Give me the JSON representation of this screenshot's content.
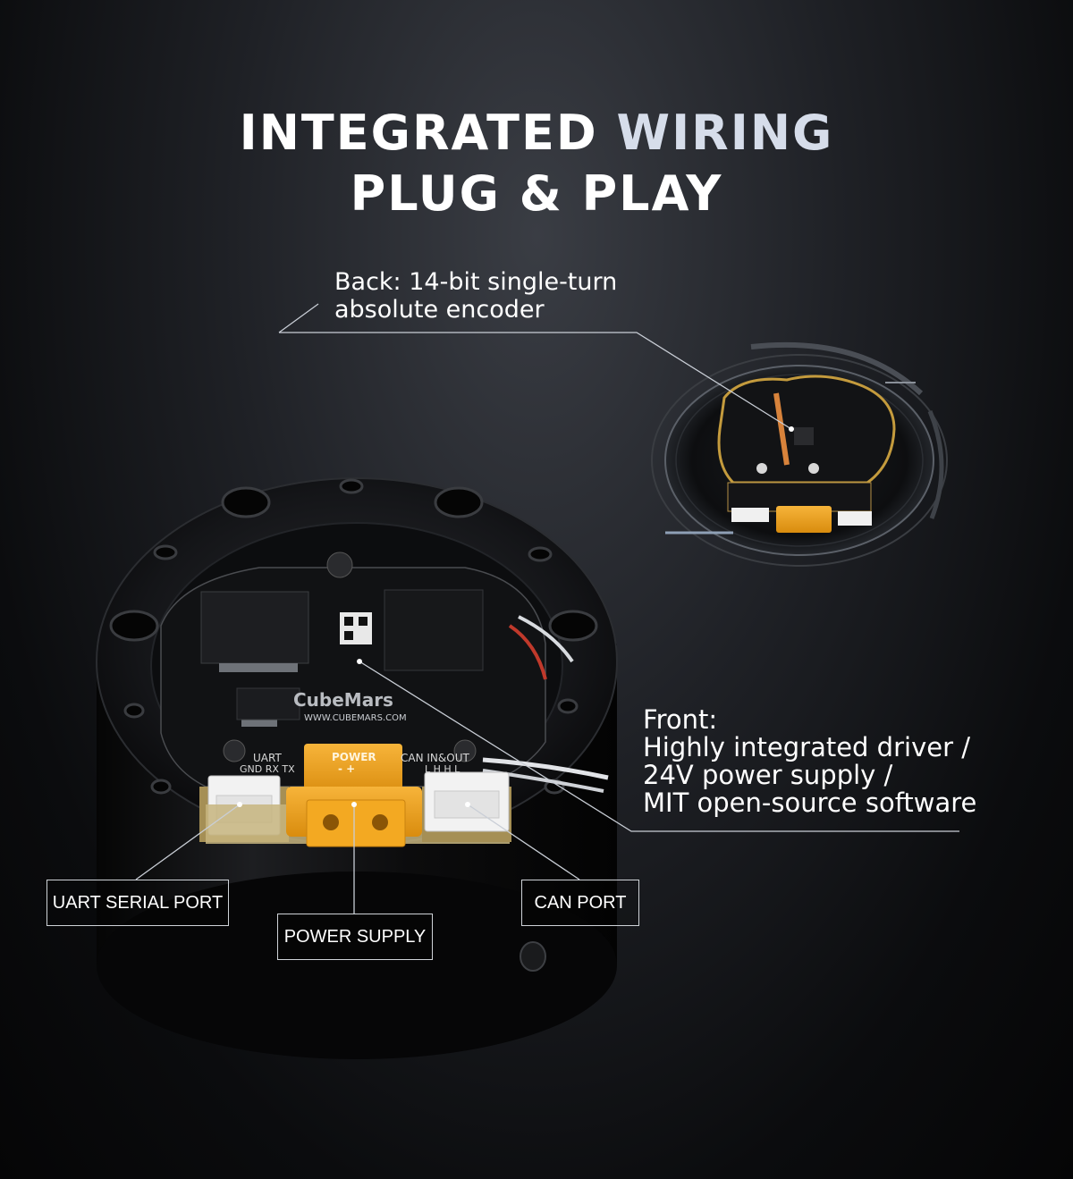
{
  "headline": {
    "line1_word1": "INTEGRATED",
    "line1_word2": "WIRING",
    "line2": "PLUG & PLAY"
  },
  "callouts": {
    "back": {
      "line1": "Back: 14-bit single-turn",
      "line2": "absolute encoder"
    },
    "front": {
      "line1": "Front:",
      "line2": "Highly integrated driver /",
      "line3": "24V power supply /",
      "line4": "MIT open-source software"
    }
  },
  "port_labels": {
    "uart": "UART SERIAL PORT",
    "power": "POWER SUPPLY",
    "can": "CAN PORT"
  },
  "board_silkscreen": {
    "brand": "CubeMars",
    "website": "WWW.CUBEMARS.COM",
    "uart": "UART",
    "uart_pins": "GND RX TX",
    "power": "POWER",
    "power_pins": "-   +",
    "can": "CAN IN&OUT",
    "can_pins": "L H H L"
  },
  "colors": {
    "connector_orange": "#f2a31a",
    "board_black": "#111214",
    "line": "#c9ced6"
  }
}
